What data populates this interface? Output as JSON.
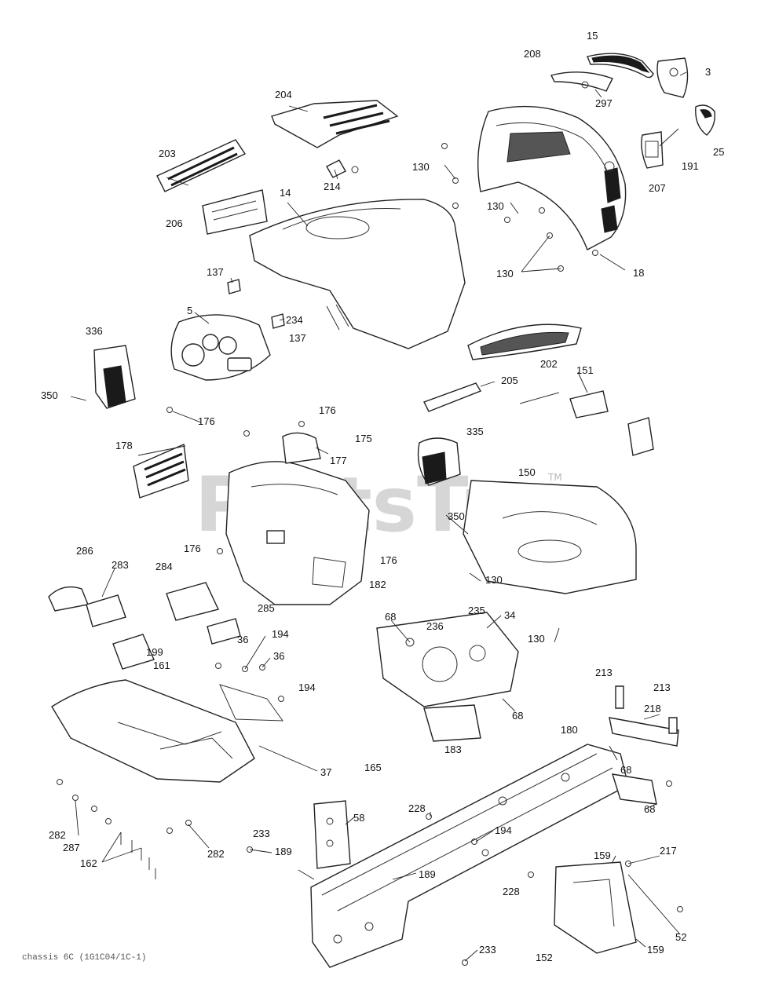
{
  "watermark": {
    "text": "PartsTree",
    "tm": "TM"
  },
  "footer_code": "chassis 6C (1G1C04/1C-1)",
  "callouts": {
    "c15": "15",
    "c208": "208",
    "c3": "3",
    "c297": "297",
    "c204": "204",
    "c25": "25",
    "c191": "191",
    "c203": "203",
    "c130a": "130",
    "c214": "214",
    "c207": "207",
    "c14": "14",
    "c130b": "130",
    "c206": "206",
    "c130c": "130",
    "c18": "18",
    "c137a": "137",
    "c5": "5",
    "c234": "234",
    "c137b": "137",
    "c336": "336",
    "c202": "202",
    "c151": "151",
    "c350a": "350",
    "c205": "205",
    "c176a": "176",
    "c176b": "176",
    "c175": "175",
    "c335": "335",
    "c178": "178",
    "c177": "177",
    "c150": "150",
    "c350b": "350",
    "c176c": "176",
    "c286": "286",
    "c283": "283",
    "c284": "284",
    "c176d": "176",
    "c130d": "130",
    "c182": "182",
    "c285": "285",
    "c235": "235",
    "c68a": "68",
    "c34": "34",
    "c236": "236",
    "c36a": "36",
    "c194a": "194",
    "c130e": "130",
    "c199": "199",
    "c161": "161",
    "c36b": "36",
    "c194b": "194",
    "c68b": "68",
    "c213a": "213",
    "c213b": "213",
    "c218": "218",
    "c183": "183",
    "c180": "180",
    "c37": "37",
    "c165": "165",
    "c68c": "68",
    "c68d": "68",
    "c228a": "228",
    "c58": "58",
    "c194c": "194",
    "c282a": "282",
    "c287": "287",
    "c233a": "233",
    "c189a": "189",
    "c282b": "282",
    "c162": "162",
    "c189b": "189",
    "c159a": "159",
    "c217": "217",
    "c228b": "228",
    "c52": "52",
    "c159b": "159",
    "c152": "152",
    "c233b": "233"
  }
}
